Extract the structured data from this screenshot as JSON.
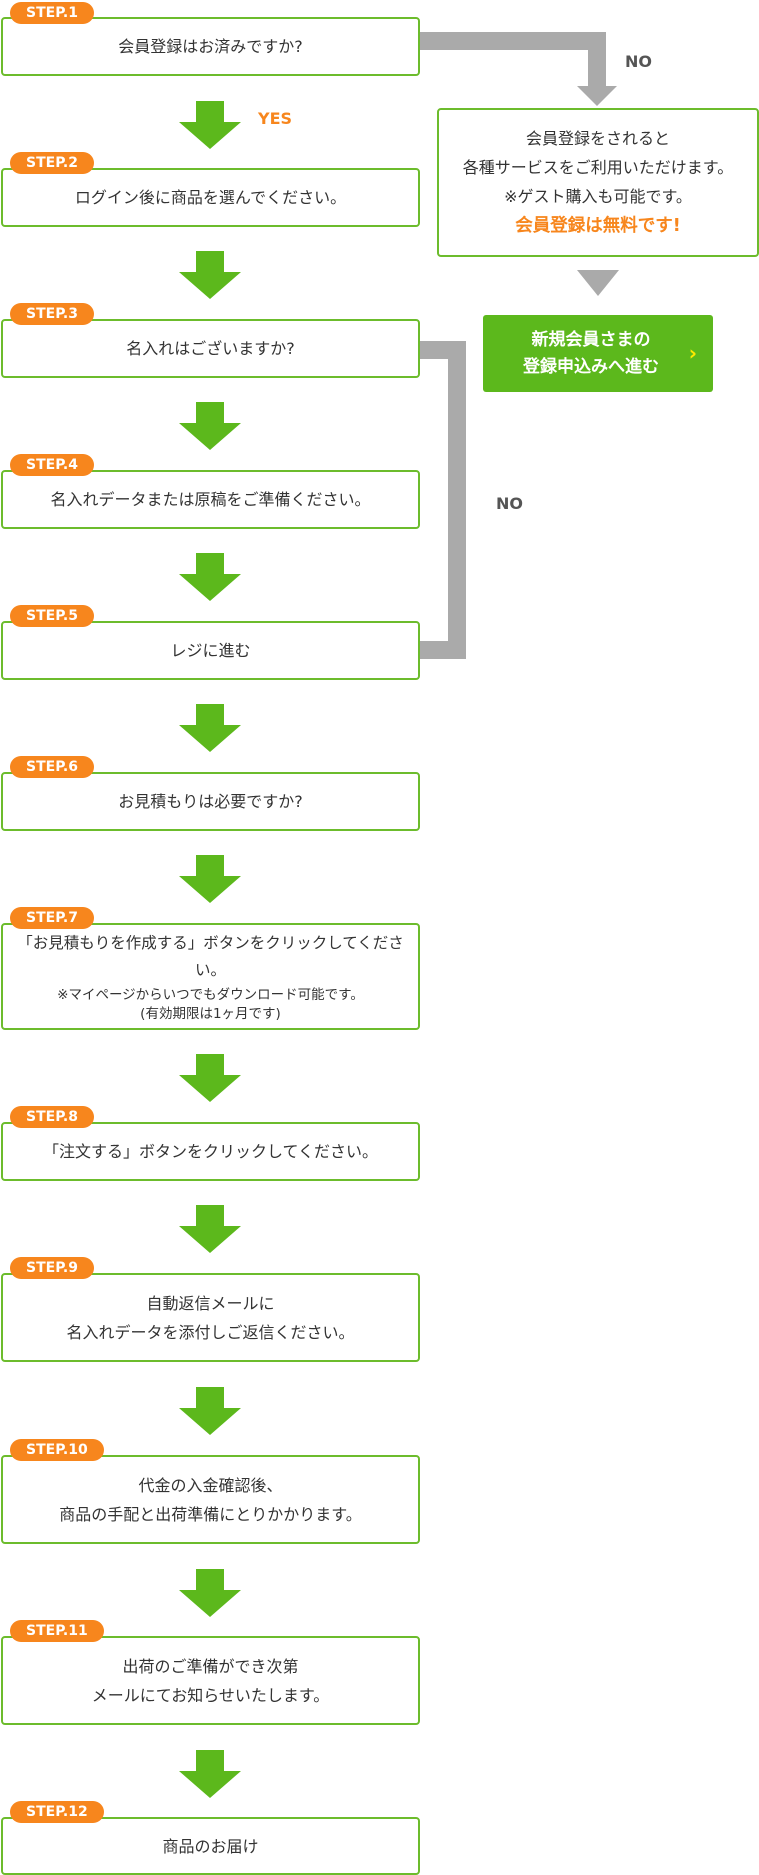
{
  "steps": [
    {
      "badge": "STEP.1",
      "text": "会員登録はお済みですか?"
    },
    {
      "badge": "STEP.2",
      "text": "ログイン後に商品を選んでください。"
    },
    {
      "badge": "STEP.3",
      "text": "名入れはございますか?"
    },
    {
      "badge": "STEP.4",
      "text": "名入れデータまたは原稿をご準備ください。"
    },
    {
      "badge": "STEP.5",
      "text": "レジに進む"
    },
    {
      "badge": "STEP.6",
      "text": "お見積もりは必要ですか?"
    },
    {
      "badge": "STEP.7",
      "text": "「お見積もりを作成する」ボタンをクリックしてください。",
      "note": "※マイページからいつでもダウンロード可能です。\n(有効期限は1ヶ月です)"
    },
    {
      "badge": "STEP.8",
      "text": "「注文する」ボタンをクリックしてください。"
    },
    {
      "badge": "STEP.9",
      "text": "自動返信メールに\n名入れデータを添付しご返信ください。"
    },
    {
      "badge": "STEP.10",
      "text": "代金の入金確認後、\n商品の手配と出荷準備にとりかかります。"
    },
    {
      "badge": "STEP.11",
      "text": "出荷のご準備ができ次第\nメールにてお知らせいたします。"
    },
    {
      "badge": "STEP.12",
      "text": "商品のお届け"
    }
  ],
  "labels": {
    "yes": "YES",
    "no_1": "NO",
    "no_2": "NO"
  },
  "info": {
    "line1": "会員登録をされると",
    "line2": "各種サービスをご利用いただけます。",
    "line3": "※ゲスト購入も可能です。",
    "emphasis": "会員登録は無料です!"
  },
  "register_button": {
    "label": "新規会員さまの\n登録申込みへ進む",
    "icon": "chevron-right-icon"
  },
  "colors": {
    "green": "#6cbc2c",
    "button_green": "#5cb81c",
    "orange": "#f7861d",
    "gray": "#aaaaaa",
    "chevron": "#ffea00"
  }
}
